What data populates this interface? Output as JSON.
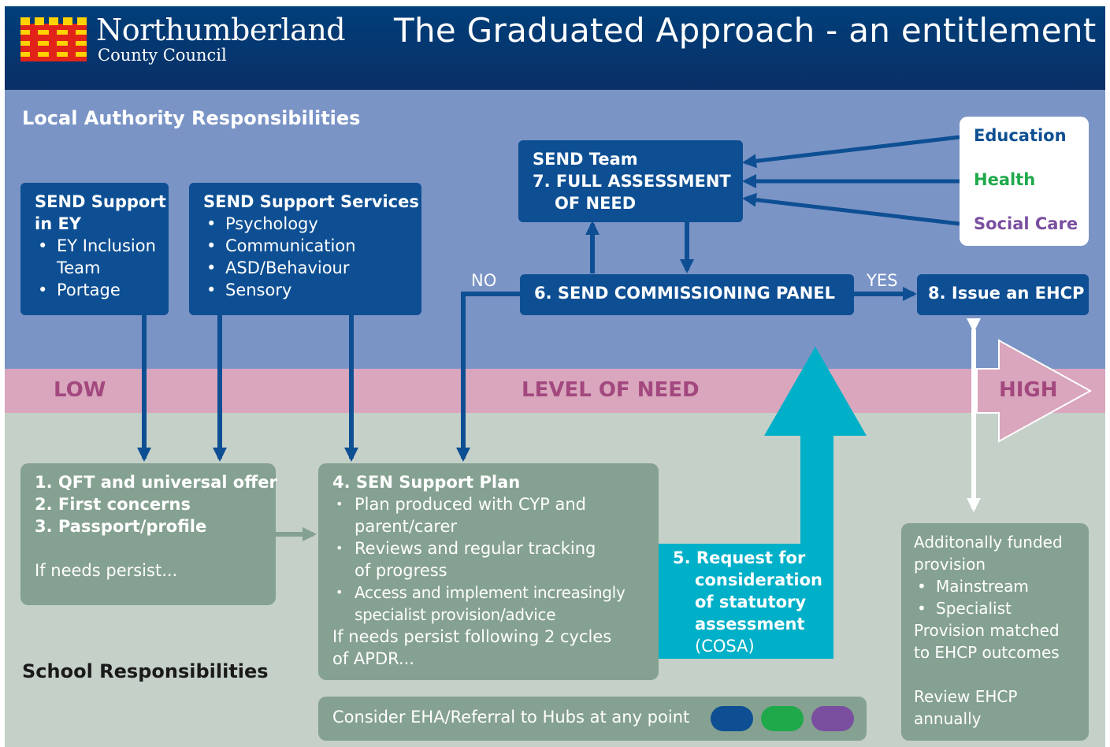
{
  "header": {
    "org_name": "Northumberland",
    "org_sub": "County Council",
    "title": "The Graduated Approach - an entitlement"
  },
  "sections": {
    "la_title": "Local Authority Responsibilities",
    "school_title": "School Responsibilities"
  },
  "level_band": {
    "low": "LOW",
    "middle": "LEVEL OF NEED",
    "high": "HIGH"
  },
  "send_ey": {
    "title_line1": "SEND Support",
    "title_line2": "in EY",
    "items": [
      "EY Inclusion",
      "Team",
      "Portage"
    ]
  },
  "send_services": {
    "title": "SEND Support Services",
    "items": [
      "Psychology",
      "Communication",
      "ASD/Behaviour",
      "Sensory"
    ]
  },
  "full_assessment": {
    "line1": "SEND Team",
    "line2": "7. FULL ASSESSMENT",
    "line3": "OF NEED"
  },
  "partners": {
    "education": "Education",
    "health": "Health",
    "social_care": "Social Care",
    "colors": {
      "education": "#0e4f93",
      "health": "#1fa94a",
      "social_care": "#7a4fa0"
    }
  },
  "panel": {
    "label": "6. SEND COMMISSIONING PANEL",
    "no": "NO",
    "yes": "YES"
  },
  "ehcp": {
    "label": "8. Issue an EHCP"
  },
  "qft_box": {
    "line1": "1. QFT and universal offer",
    "line2": "2. First concerns",
    "line3": "3. Passport/profile",
    "note": "If needs persist..."
  },
  "sen_plan": {
    "title": "4. SEN Support Plan",
    "items": [
      {
        "a": "Plan produced with CYP and",
        "b": "parent/carer"
      },
      {
        "a": "Reviews and regular tracking",
        "b": "of progress"
      },
      {
        "a": "Access and implement increasingly",
        "b": "specialist provision/advice"
      }
    ],
    "note1": "If needs persist following 2 cycles",
    "note2": "of APDR..."
  },
  "cosa": {
    "line1": "5. Request for",
    "line2": "consideration",
    "line3": "of statutory",
    "line4": "assessment",
    "line5": "(COSA)"
  },
  "additional": {
    "line1": "Additonally funded",
    "line2": "provision",
    "items": [
      "Mainstream",
      "Specialist"
    ],
    "line3": "Provision matched",
    "line4": "to EHCP outcomes",
    "line5": "Review EHCP",
    "line6": "annually"
  },
  "eha": {
    "label": "Consider EHA/Referral to Hubs at any point",
    "pill_colors": [
      "#0e4f93",
      "#1fa94a",
      "#7a4fa0"
    ]
  },
  "colors": {
    "header": "#0a3a73",
    "la_band": "#7a94c6",
    "need_band": "#d9a6bd",
    "school_band": "#c5d0c8",
    "blue_box": "#0e4f93",
    "green_box": "#85a191",
    "teal": "#00b0c8"
  }
}
